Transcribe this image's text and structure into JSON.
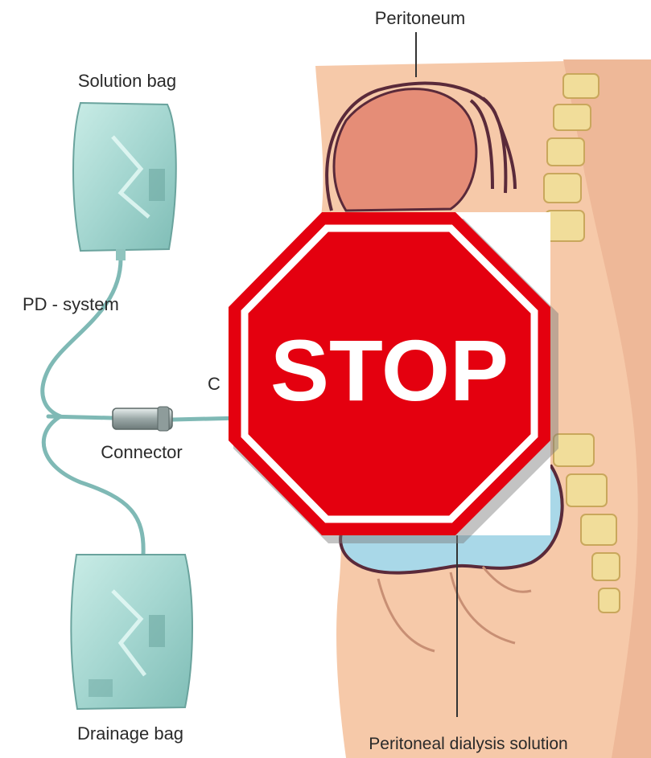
{
  "labels": {
    "peritoneum": "Peritoneum",
    "solution_bag": "Solution bag",
    "pd_system": "PD - system",
    "connector": "Connector",
    "catheter_partial": "C",
    "drainage_bag": "Drainage bag",
    "dialysis_solution": "Peritoneal dialysis solution"
  },
  "stop_sign": {
    "text": "STOP"
  },
  "colors": {
    "skin": "#f6c9a9",
    "skin_dark": "#eab08f",
    "organ": "#e58d77",
    "peritoneum_line": "#5a2a3a",
    "spine": "#f1dd9a",
    "fluid": "#a9d8e8",
    "bag": "#a9d7d1",
    "tube": "#7fb9b5",
    "stop_red": "#e4000f",
    "stop_border": "#ffffff"
  }
}
